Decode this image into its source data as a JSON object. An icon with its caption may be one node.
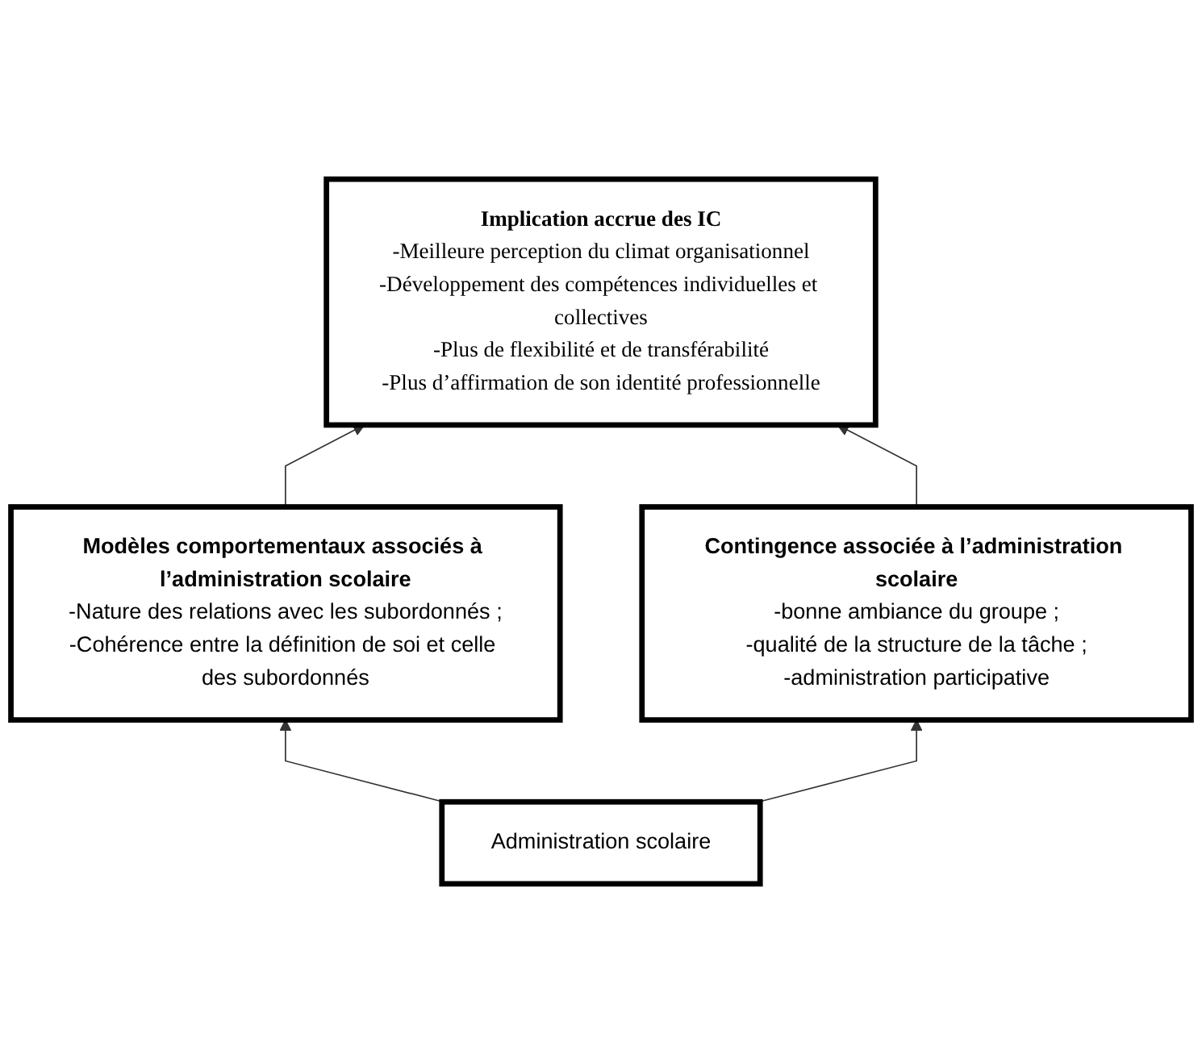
{
  "diagram": {
    "nodes": [
      {
        "text": [
          "Implication accrue des IC",
          "-Meilleure perception du climat organisationnel",
          "-Développement des compétences individuelles et collectives",
          "-Plus de flexibilité et de transférabilité",
          "-Plus d’affirmation de son identité professionnelle"
        ]
      },
      {
        "text": [
          "Modèles comportementaux associés à l’administration scolaire",
          "-Nature des relations avec les subordonnés ;",
          "-Cohérence entre la définition de soi et celle des subordonnés"
        ]
      },
      {
        "text": [
          "Contingence associée à l’administration scolaire",
          "-bonne ambiance du groupe ;",
          "-qualité de la structure de la tâche ;",
          "-administration participative"
        ]
      },
      {
        "text": [
          "Administration scolaire"
        ]
      }
    ],
    "edges": [
      {
        "from": 3,
        "to": 1,
        "arrow": "to"
      },
      {
        "from": 3,
        "to": 2,
        "arrow": "to"
      },
      {
        "from": 1,
        "to": 0,
        "arrow": "to"
      },
      {
        "from": 2,
        "to": 0,
        "arrow": "to"
      }
    ]
  }
}
